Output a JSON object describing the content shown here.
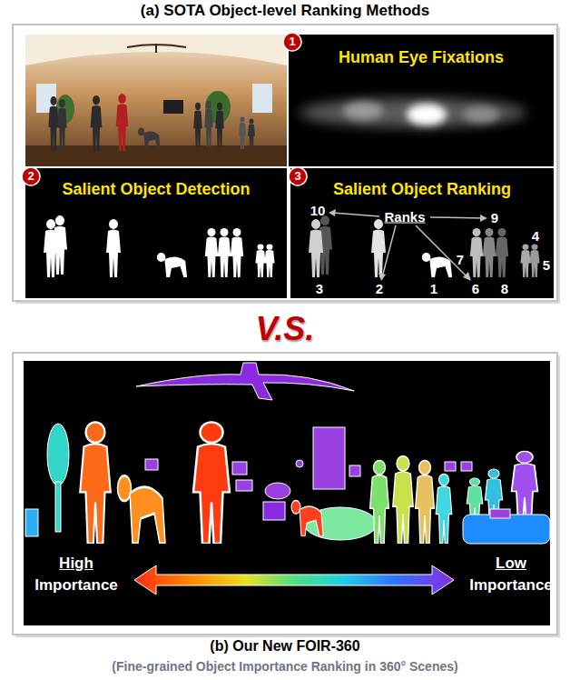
{
  "diagram": {
    "nodes": [
      {
        "text": [
          "(a) SOTA Object-level Ranking Methods"
        ]
      },
      {
        "text": [
          "Human Eye Fixations"
        ],
        "in": 0
      },
      {
        "text": [
          "Salient Object Detection"
        ],
        "in": 0
      },
      {
        "text": [
          "Salient Object Ranking"
        ],
        "in": 0
      },
      {
        "text": [
          "(b) Our New FOIR-360",
          "(Fine-grained Object Importance Ranking in 360° Scenes)"
        ]
      }
    ],
    "labels": [
      "1",
      "2",
      "3",
      "10",
      "Ranks",
      "9",
      "4",
      "3",
      "2",
      "1",
      "7",
      "6",
      "8",
      "5",
      "V.S.",
      "High",
      "Importance",
      "Low",
      "Importance"
    ]
  }
}
